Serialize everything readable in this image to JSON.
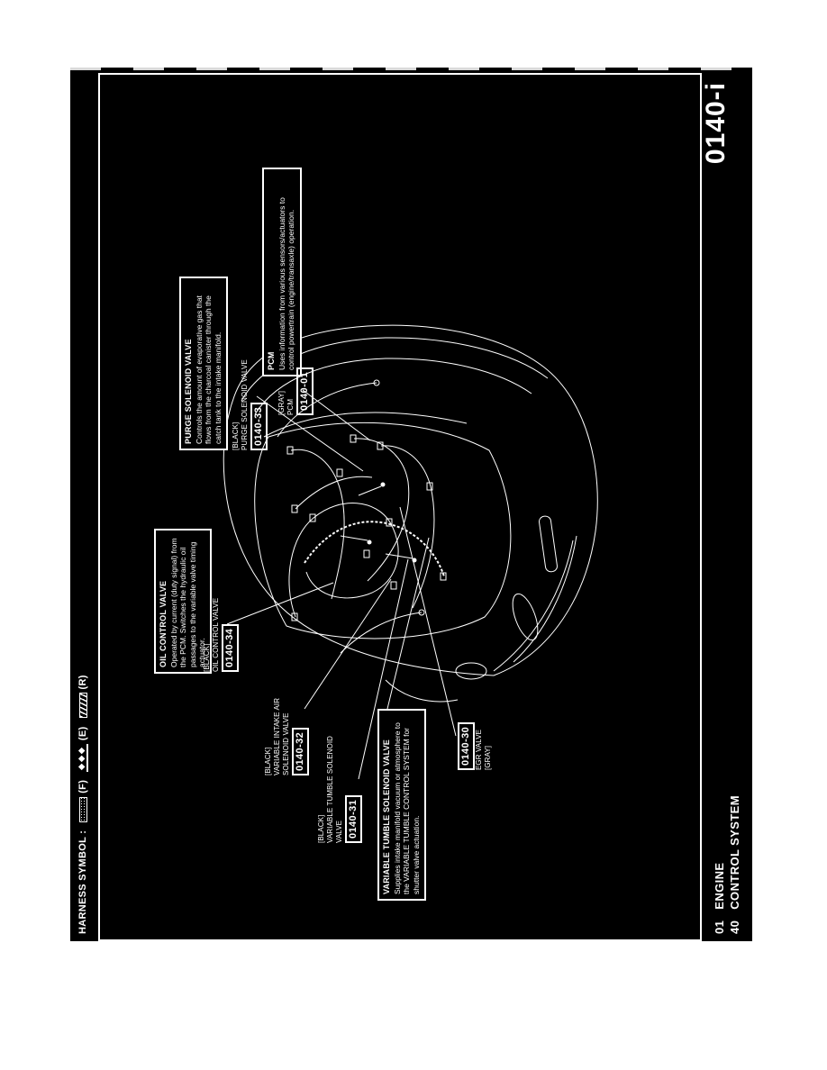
{
  "colors": {
    "page_bg": "#000000",
    "ink": "#ffffff"
  },
  "header": {
    "page_number": "0140-i"
  },
  "footer": {
    "rows": [
      {
        "code": "01",
        "label": "ENGINE"
      },
      {
        "code": "40",
        "label": "CONTROL SYSTEM"
      }
    ]
  },
  "legend": {
    "title": "HARNESS SYMBOL :",
    "items": [
      {
        "name": "front-harness",
        "code": "(F)",
        "glyph": ""
      },
      {
        "name": "engine-harness",
        "code": "(E)",
        "glyph": "◆◆◆"
      },
      {
        "name": "rear-harness",
        "code": "(R)",
        "glyph": ""
      }
    ]
  },
  "callouts": {
    "purge_box": {
      "title": "PURGE SOLENOID VALVE",
      "body": "Controls the amount of evaporative gas that flows from the charcoal canister through the catch tank to the intake manifold."
    },
    "purge_label": {
      "color": "[BLACK]",
      "name": "PURGE SOLENOID VALVE",
      "ref": "0140-33"
    },
    "pcm_box": {
      "title": "PCM",
      "body": "Uses information from various sensors/actuators to control powertrain (engine/transaxle) operation."
    },
    "pcm_label": {
      "color": "[GRAY]",
      "name": "PCM",
      "ref": "0140-01"
    },
    "oil_box": {
      "title": "OIL CONTROL VALVE",
      "body": "Operated by current (duty signal) from the PCM. Switches the hydraulic oil passages to the variable valve timing actuator."
    },
    "oil_label": {
      "color": "[BLACK]",
      "name": "OIL CONTROL VALVE",
      "ref": "0140-34"
    },
    "intake_label": {
      "color": "[BLACK]",
      "name_line1": "VARIABLE INTAKE AIR",
      "name_line2": "SOLENOID VALVE",
      "ref": "0140-32"
    },
    "tumble_label": {
      "color": "[BLACK]",
      "name_line1": "VARIABLE TUMBLE SOLENOID",
      "name_line2": "VALVE",
      "ref": "0140-31"
    },
    "tumble_box": {
      "title": "VARIABLE TUMBLE SOLENOID VALVE",
      "body": "Supplies intake manifold vacuum or atmosphere to the VARIABLE TUMBLE CONTROL SYSTEM for shutter valve actuation."
    },
    "egr_label": {
      "ref": "0140-30",
      "name": "EGR VALVE",
      "color": "[GRAY]"
    }
  }
}
